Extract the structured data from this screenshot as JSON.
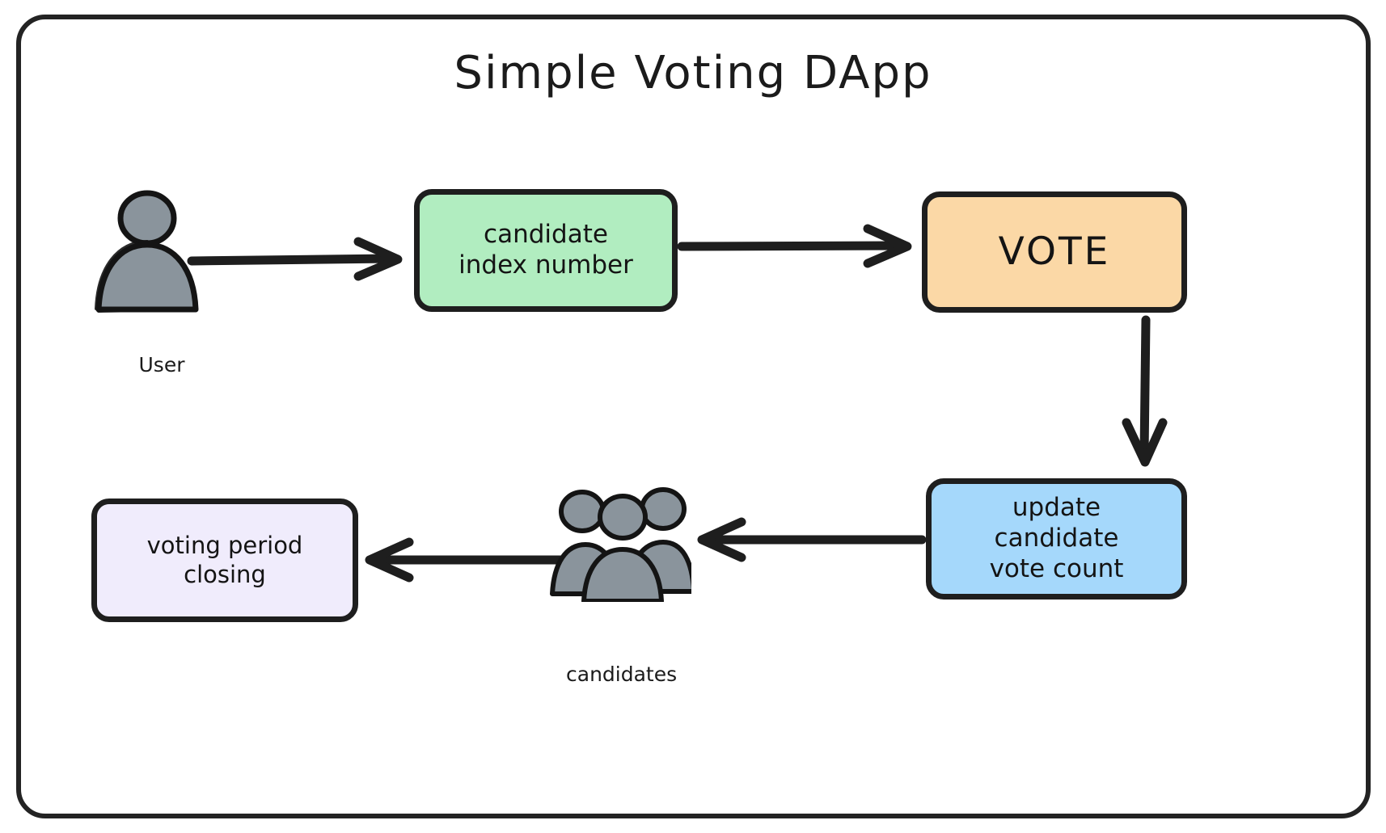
{
  "diagram": {
    "title": "Simple Voting DApp",
    "frame": {
      "border_color": "#232323",
      "background": "#ffffff"
    },
    "nodes": [
      {
        "id": "user",
        "type": "actor-icon",
        "label": "User",
        "icon": "single-person-icon",
        "fill": "#8a949c",
        "outline": "#141414"
      },
      {
        "id": "candidate-index",
        "type": "box",
        "line1": "candidate",
        "line2": "index number",
        "fill": "#b1edc0",
        "border": "#1e1e1e"
      },
      {
        "id": "vote",
        "type": "box",
        "line1": "VOTE",
        "fill": "#fbd8a6",
        "border": "#1e1e1e"
      },
      {
        "id": "update-count",
        "type": "box",
        "line1": "update candidate",
        "line2": "vote count",
        "fill": "#a5d8fb",
        "border": "#1e1e1e"
      },
      {
        "id": "candidates",
        "type": "actor-icon",
        "label": "candidates",
        "icon": "group-of-people-icon",
        "fill": "#8a949c",
        "outline": "#141414"
      },
      {
        "id": "voting-closing",
        "type": "box",
        "line1": "voting period",
        "line2": "closing",
        "fill": "#f0ecfc",
        "border": "#1e1e1e"
      }
    ],
    "edges": [
      {
        "id": "user-to-candidate-index",
        "from": "user",
        "to": "candidate-index",
        "direction": "right",
        "label": ""
      },
      {
        "id": "candidate-index-to-vote",
        "from": "candidate-index",
        "to": "vote",
        "direction": "right",
        "label": ""
      },
      {
        "id": "vote-to-update-count",
        "from": "vote",
        "to": "update-count",
        "direction": "down",
        "label": ""
      },
      {
        "id": "update-count-to-candidates",
        "from": "update-count",
        "to": "candidates",
        "direction": "left",
        "label": ""
      },
      {
        "id": "candidates-to-voting-closing",
        "from": "candidates",
        "to": "voting-closing",
        "direction": "left",
        "label": ""
      }
    ],
    "colors": {
      "stroke": "#1e1e1e",
      "green": "#b1edc0",
      "orange": "#fbd8a6",
      "blue": "#a5d8fb",
      "lavender": "#f0ecfc",
      "figure_gray": "#8a949c"
    }
  }
}
